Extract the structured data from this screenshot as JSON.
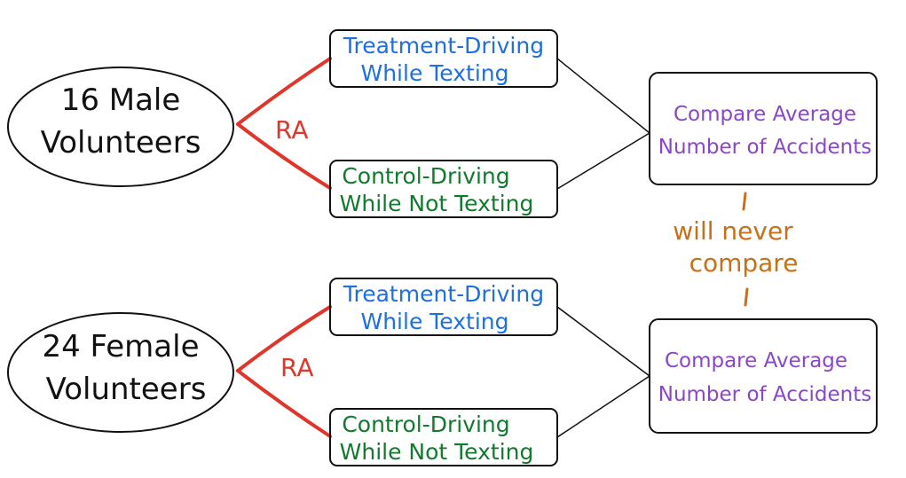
{
  "colors": {
    "stroke": "#111111",
    "ra": "#e0352a",
    "treatment": "#1e6fe0",
    "control": "#127a2c",
    "compare": "#8a46c9",
    "note": "#c7701a"
  },
  "groups": [
    {
      "volunteers_line1": "16 Male",
      "volunteers_line2": "Volunteers",
      "ra_label": "RA",
      "treatment_line1": "Treatment-Driving",
      "treatment_line2": "While Texting",
      "control_line1": "Control-Driving",
      "control_line2": "While Not Texting",
      "compare_line1": "Compare Average",
      "compare_line2": "Number of Accidents"
    },
    {
      "volunteers_line1": "24 Female",
      "volunteers_line2": "Volunteers",
      "ra_label": "RA",
      "treatment_line1": "Treatment-Driving",
      "treatment_line2": "While Texting",
      "control_line1": "Control-Driving",
      "control_line2": "While Not Texting",
      "compare_line1": "Compare Average",
      "compare_line2": "Number of Accidents"
    }
  ],
  "note": {
    "line1": "will never",
    "line2": "compare"
  }
}
